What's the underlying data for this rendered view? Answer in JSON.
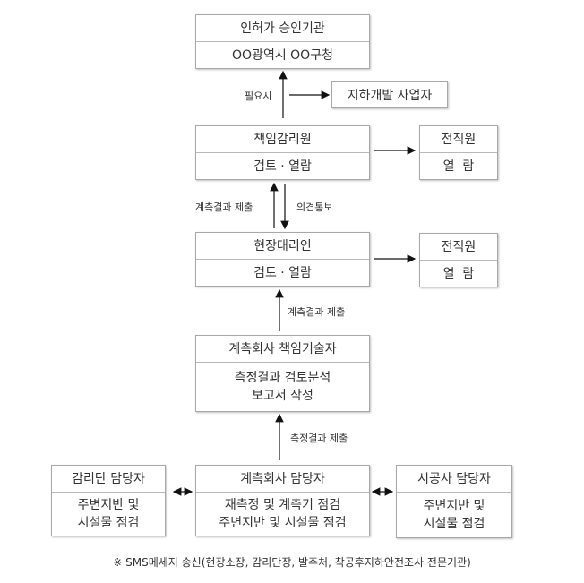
{
  "authority": {
    "title": "인허가 승인기관",
    "body": "OO광역시 OO구청"
  },
  "developer": {
    "title": "지하개발 사업자"
  },
  "label_when_needed": "필요시",
  "chief_supervisor": {
    "title": "책임감리원",
    "body": "검토 · 열람"
  },
  "all_staff_1": {
    "title": "전직원",
    "body": "열  람"
  },
  "label_submit_results_1": "계측결과 제출",
  "label_opinion": "의견통보",
  "site_agent": {
    "title": "현장대리인",
    "body": "검토 · 열람"
  },
  "all_staff_2": {
    "title": "전직원",
    "body": "열  람"
  },
  "label_submit_results_2": "계측결과 제출",
  "chief_engineer": {
    "title": "계측회사 책임기술자",
    "body": [
      "측정결과 검토분석",
      "보고서 작성"
    ]
  },
  "label_submit_measurement": "측정결과 제출",
  "supervision_staff": {
    "title": "감리단 담당자",
    "body": [
      "주변지반 및",
      "시설물 점검"
    ]
  },
  "measurement_staff": {
    "title": "계측회사 담당자",
    "body": [
      "재측정 및 계측기 점검",
      "주변지반 및 시설물 점검"
    ]
  },
  "contractor_staff": {
    "title": "시공사 담당자",
    "body": [
      "주변지반 및",
      "시설물 점검"
    ]
  },
  "footnote": "※ SMS메세지 송신(현장소장, 감리단장, 발주처, 착공후지하안전조사 전문기관)"
}
